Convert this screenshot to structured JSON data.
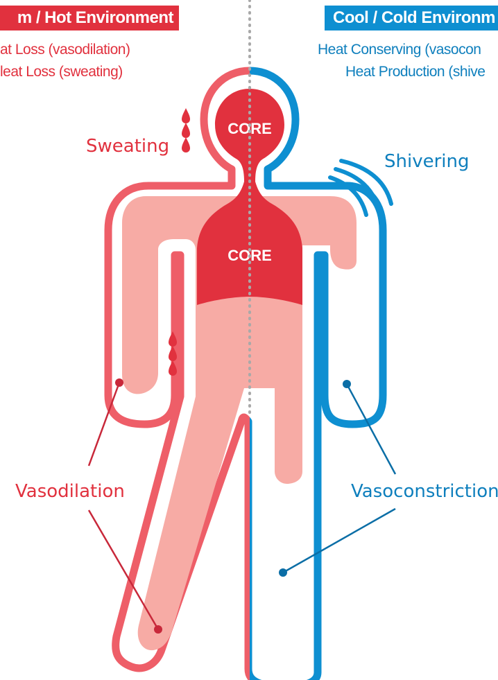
{
  "header": {
    "warm_title": "m / Hot Environment",
    "cool_title": "Cool / Cold Environm"
  },
  "warm_effects": [
    "at Loss (vasodilation)",
    "leat Loss (sweating)"
  ],
  "cool_effects": [
    "Heat Conserving (vasocon",
    "Heat Production (shive"
  ],
  "body": {
    "core_head": "CORE",
    "core_torso": "CORE"
  },
  "labels": {
    "sweating": "Sweating",
    "shivering": "Shivering",
    "vasodilation": "Vasodilation",
    "vasoconstriction": "Vasoconstriction"
  },
  "colors": {
    "warm": "#e1313e",
    "warm_outline": "#ee5e68",
    "warm_fill": "#f7aba5",
    "cool": "#0e8fd1"
  }
}
